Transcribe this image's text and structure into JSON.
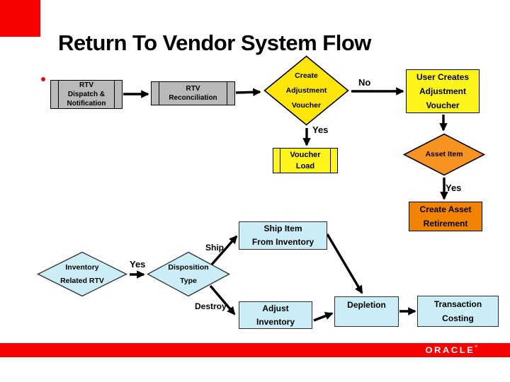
{
  "slide": {
    "title": "Return To Vendor System Flow"
  },
  "footer": {
    "brand": "ORACLE",
    "reg_mark": "®"
  },
  "colors": {
    "accent_red": "#f80000",
    "process_gray": "#b9b9b9",
    "decision_yellow": "#ffe60a",
    "action_yellow": "#fff51a",
    "decision_orange": "#f79421",
    "action_orange": "#f08300",
    "inventory_blue": "#cbeef6",
    "arrow_black": "#000000"
  },
  "nodes": {
    "rtv_dispatch": {
      "lines": [
        "RTV",
        "Dispatch &",
        "Notification"
      ]
    },
    "rtv_recon": {
      "lines": [
        "RTV",
        "Reconciliation"
      ]
    },
    "create_adj_voucher": {
      "lines": [
        "Create",
        "Adjustment",
        "Voucher"
      ]
    },
    "user_creates_adj_voucher": {
      "lines": [
        "User Creates",
        "Adjustment",
        "Voucher"
      ]
    },
    "voucher_load": {
      "lines": [
        "Voucher",
        "Load"
      ]
    },
    "asset_item": {
      "lines": [
        "Asset Item"
      ]
    },
    "create_asset_retirement": {
      "lines": [
        "Create Asset",
        "Retirement"
      ]
    },
    "inventory_related_rtv": {
      "lines": [
        "Inventory",
        "Related RTV"
      ]
    },
    "disposition_type": {
      "lines": [
        "Disposition",
        "Type"
      ]
    },
    "ship_item_from_inventory": {
      "lines": [
        "Ship Item",
        "From Inventory"
      ]
    },
    "adjust_inventory": {
      "lines": [
        "Adjust",
        "Inventory"
      ]
    },
    "depletion": {
      "lines": [
        "Depletion"
      ]
    },
    "transaction_costing": {
      "lines": [
        "Transaction",
        "Costing"
      ]
    }
  },
  "edge_labels": {
    "no": "No",
    "yes_voucher": "Yes",
    "yes_asset": "Yes",
    "yes_inventory": "Yes",
    "ship": "Ship",
    "destroy": "Destroy"
  }
}
